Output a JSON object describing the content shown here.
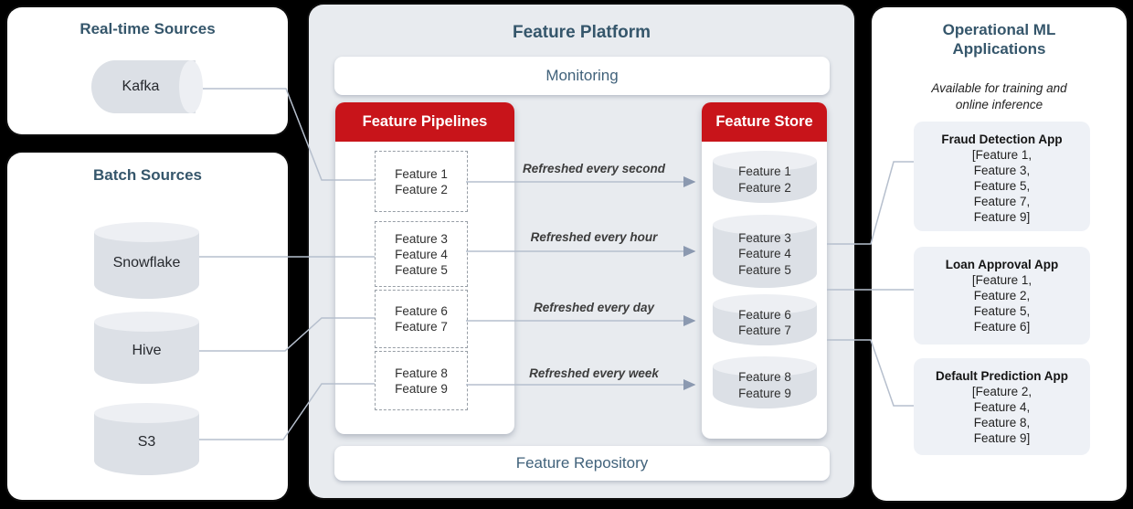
{
  "colors": {
    "background": "#000000",
    "panel": "#ffffff",
    "platform_bg": "#e8ebef",
    "accent_red": "#c8141a",
    "title_slate": "#35566b",
    "bar_text_slate": "#41627b",
    "cylinder_body": "#dce0e6",
    "cylinder_lid": "#edeff3",
    "app_card_bg": "#eef1f6",
    "connector": "#b6bfcd",
    "arrowhead": "#8b99b0"
  },
  "realtime": {
    "title": "Real-time Sources",
    "sources": [
      {
        "label": "Kafka"
      }
    ]
  },
  "batch": {
    "title": "Batch Sources",
    "sources": [
      {
        "label": "Snowflake"
      },
      {
        "label": "Hive"
      },
      {
        "label": "S3"
      }
    ]
  },
  "platform": {
    "title": "Feature Platform",
    "monitoring_label": "Monitoring",
    "repository_label": "Feature Repository",
    "pipelines": {
      "title": "Feature Pipelines",
      "groups": [
        [
          "Feature 1",
          "Feature 2"
        ],
        [
          "Feature 3",
          "Feature 4",
          "Feature 5"
        ],
        [
          "Feature 6",
          "Feature 7"
        ],
        [
          "Feature 8",
          "Feature 9"
        ]
      ]
    },
    "store": {
      "title": "Feature Store",
      "groups": [
        [
          "Feature 1",
          "Feature 2"
        ],
        [
          "Feature 3",
          "Feature 4",
          "Feature 5"
        ],
        [
          "Feature 6",
          "Feature 7"
        ],
        [
          "Feature 8",
          "Feature 9"
        ]
      ]
    },
    "refresh_labels": [
      "Refreshed every second",
      "Refreshed every hour",
      "Refreshed every day",
      "Refreshed every week"
    ]
  },
  "apps": {
    "title": "Operational ML Applications",
    "subtitle": "Available for training and online inference",
    "items": [
      {
        "name": "Fraud Detection App",
        "features": [
          "[Feature 1,",
          "Feature 3,",
          "Feature 5,",
          "Feature 7,",
          "Feature 9]"
        ]
      },
      {
        "name": "Loan Approval App",
        "features": [
          "[Feature 1,",
          "Feature 2,",
          "Feature 5,",
          "Feature 6]"
        ]
      },
      {
        "name": "Default Prediction App",
        "features": [
          "[Feature 2,",
          "Feature 4,",
          "Feature 8,",
          "Feature 9]"
        ]
      }
    ]
  }
}
